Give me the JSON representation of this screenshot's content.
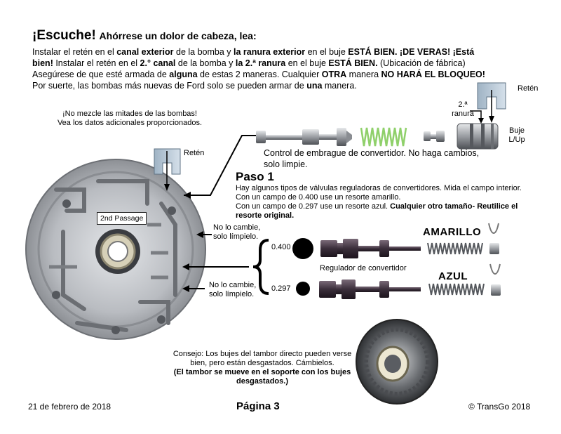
{
  "heading": {
    "main": "¡Escuche!",
    "sub": "Ahórrese un dolor de cabeza, lea:"
  },
  "intro": {
    "l1a": "Instalar el retén en el ",
    "l1b": "canal exterior",
    "l1c": " de la bomba y ",
    "l1d": "la ranura exterior",
    "l1e": " en el buje ",
    "l1f": "ESTÁ BIEN. ¡DE VERAS! ¡Está",
    "l2a": "bien!",
    "l2b": " Instalar el retén en el ",
    "l2c": "2.° canal",
    "l2d": " de la bomba y ",
    "l2e": "la 2.ª ranura",
    "l2f": " en el buje ",
    "l2g": "ESTÁ BIEN.",
    "l2h": " (Ubicación de fábrica)",
    "l3a": "Asegúrese de que esté armada de ",
    "l3b": "alguna",
    "l3c": " de estas 2 maneras. Cualquier ",
    "l3d": "OTRA",
    "l3e": " manera  ",
    "l3f": "NO HARÁ EL BLOQUEO!",
    "l4a": "Por suerte, las bombas más nuevas de Ford solo se pueden armar de ",
    "l4b": "una",
    "l4c": " manera."
  },
  "warning": {
    "line1": "¡No mezcle las mitades de las bombas!",
    "line2": "Vea los datos adicionales proporcionados."
  },
  "labels": {
    "reten_left": "Retén",
    "reten_right": "Retén",
    "ranura_1": "2.ª",
    "ranura_2": "ranura",
    "buje_1": "Buje",
    "buje_2": "L/Up",
    "passage": "2nd Passage",
    "no_cambie_1a": "No lo cambie,",
    "no_cambie_1b": "solo límpielo.",
    "no_cambie_2a": "No lo cambie,",
    "no_cambie_2b": "solo límpielo."
  },
  "control": {
    "line1": "Control de embrague de convertidor. No haga cambios,",
    "line2": "solo limpie."
  },
  "paso": {
    "title": "Paso 1",
    "l1": "Hay algunos tipos de válvulas reguladoras de convertidores. Mida el campo interior.",
    "l2": "Con un campo de 0.400 use un resorte amarillo.",
    "l3a": "Con un campo de 0.297 use un resorte azul. ",
    "l3b": "Cualquier otro tamaño- Reutilice el",
    "l4": "resorte original."
  },
  "valves": {
    "size_400": "0.400",
    "size_297": "0.297",
    "amarillo": "AMARILLO",
    "azul": "AZUL",
    "regulador": "Regulador de convertidor"
  },
  "consejo": {
    "l1": "Consejo: Los bujes del tambor directo pueden verse",
    "l2": "bien, pero están desgastados. Cámbielos.",
    "l3": "(El tambor se mueve en el soporte con los bujes",
    "l4": "desgastados.)"
  },
  "footer": {
    "date": "21 de febrero de 2018",
    "page": "Página 3",
    "copyright": "© TransGo 2018"
  },
  "colors": {
    "metal_light": "#c8cbcf",
    "metal_dark": "#5a5d62",
    "spring_green": "#8fd06a",
    "valve_dark": "#3a2e3a"
  }
}
